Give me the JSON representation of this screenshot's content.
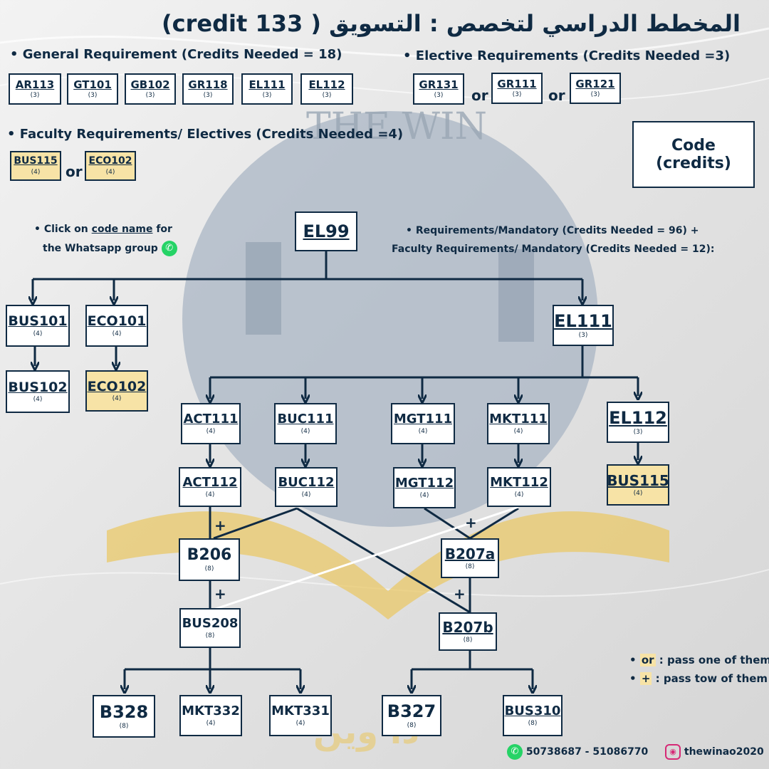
{
  "title": "المخطط الدراسي لتخصص :   التسويق  ( 133 credit)",
  "watermark": {
    "latin": "THE WIN",
    "arabic": "ذا وين"
  },
  "general": {
    "heading": "General Requirement (Credits Needed = 18)",
    "courses": [
      {
        "code": "AR113",
        "credits": "(3)"
      },
      {
        "code": "GT101",
        "credits": "(3)"
      },
      {
        "code": "GB102",
        "credits": "(3)"
      },
      {
        "code": "GR118",
        "credits": "(3)"
      },
      {
        "code": "EL111",
        "credits": "(3)"
      },
      {
        "code": "EL112",
        "credits": "(3)"
      }
    ]
  },
  "elective": {
    "heading": "Elective Requirements (Credits Needed =3)",
    "courses": [
      {
        "code": "GR131",
        "credits": "(3)"
      },
      {
        "code": "GR111",
        "credits": "(3)"
      },
      {
        "code": "GR121",
        "credits": "(3)"
      }
    ],
    "or": "or"
  },
  "faculty_electives": {
    "heading": "Faculty Requirements/ Electives (Credits Needed =4)",
    "courses": [
      {
        "code": "BUS115",
        "credits": "(4)"
      },
      {
        "code": "ECO102",
        "credits": "(4)"
      }
    ],
    "or": "or"
  },
  "legend_box": {
    "line1": "Code",
    "line2": "(credits)"
  },
  "whatsapp_note": {
    "prefix": "Click on",
    "link": "code name",
    "suffix": "for",
    "line2": "the Whatsapp group"
  },
  "mandatory_note": {
    "line1": "Requirements/Mandatory (Credits Needed = 96) +",
    "line2": "Faculty Requirements/ Mandatory (Credits Needed = 12):"
  },
  "flow": {
    "EL99": {
      "code": "EL99",
      "credits": ""
    },
    "BUS101": {
      "code": "BUS101",
      "credits": "(4)"
    },
    "ECO101": {
      "code": "ECO101",
      "credits": "(4)"
    },
    "BUS102": {
      "code": "BUS102",
      "credits": "(4)"
    },
    "ECO102": {
      "code": "ECO102",
      "credits": "(4)"
    },
    "EL111": {
      "code": "EL111",
      "credits": "(3)"
    },
    "ACT111": {
      "code": "ACT111",
      "credits": "(4)"
    },
    "BUC111": {
      "code": "BUC111",
      "credits": "(4)"
    },
    "MGT111": {
      "code": "MGT111",
      "credits": "(4)"
    },
    "MKT111": {
      "code": "MKT111",
      "credits": "(4)"
    },
    "EL112": {
      "code": "EL112",
      "credits": "(3)"
    },
    "ACT112": {
      "code": "ACT112",
      "credits": "(4)"
    },
    "BUC112": {
      "code": "BUC112",
      "credits": "(4)"
    },
    "MGT112": {
      "code": "MGT112",
      "credits": "(4)"
    },
    "MKT112": {
      "code": "MKT112",
      "credits": "(4)"
    },
    "BUS115": {
      "code": "BUS115",
      "credits": "(4)"
    },
    "B206": {
      "code": "B206",
      "credits": "(8)"
    },
    "B207a": {
      "code": "B207a",
      "credits": "(8)"
    },
    "BUS208": {
      "code": "BUS208",
      "credits": "(8)"
    },
    "B207b": {
      "code": "B207b",
      "credits": "(8)"
    },
    "B328": {
      "code": "B328",
      "credits": "(8)"
    },
    "MKT332": {
      "code": "MKT332",
      "credits": "(4)"
    },
    "MKT331": {
      "code": "MKT331",
      "credits": "(4)"
    },
    "B327": {
      "code": "B327",
      "credits": "(8)"
    },
    "BUS310": {
      "code": "BUS310",
      "credits": "(8)"
    }
  },
  "plus": "+",
  "key": {
    "or_symbol": "or",
    "or_text": ": pass one of them",
    "plus_symbol": "+",
    "plus_text": ": pass tow of them"
  },
  "footer": {
    "phones": "50738687 - 51086770",
    "instagram": "thewinao2020"
  },
  "colors": {
    "navy": "#0f2a43",
    "highlight": "#f7e3a6",
    "whatsapp": "#25d366"
  }
}
